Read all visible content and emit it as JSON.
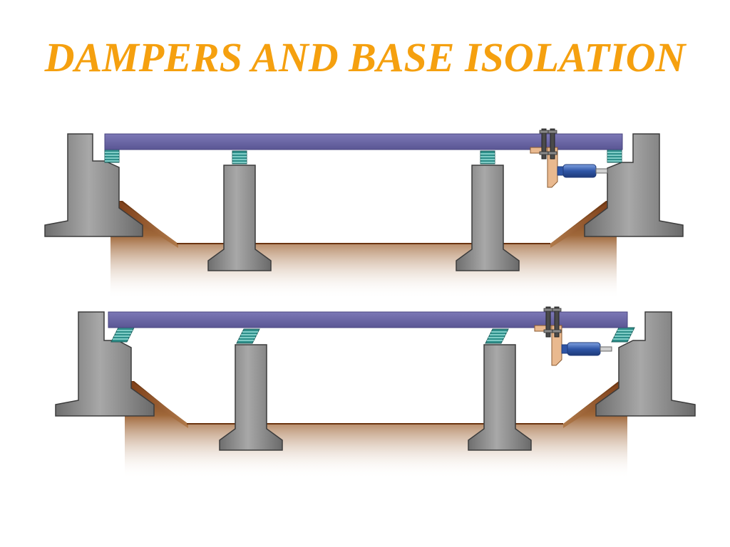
{
  "slide": {
    "title": "DAMPERS AND BASE ISOLATION",
    "title_color": "#F5A00F"
  },
  "diagrams": [
    {
      "state": "at-rest",
      "bearings": "upright"
    },
    {
      "state": "displaced",
      "bearings": "sheared"
    }
  ],
  "colors": {
    "deck": "#6A66A4",
    "concrete": "#8C8C8C",
    "soil": "#7A3B16",
    "bearing": "#2E8F8A",
    "damper": "#3A5DAA",
    "bracket": "#E9B98F"
  }
}
